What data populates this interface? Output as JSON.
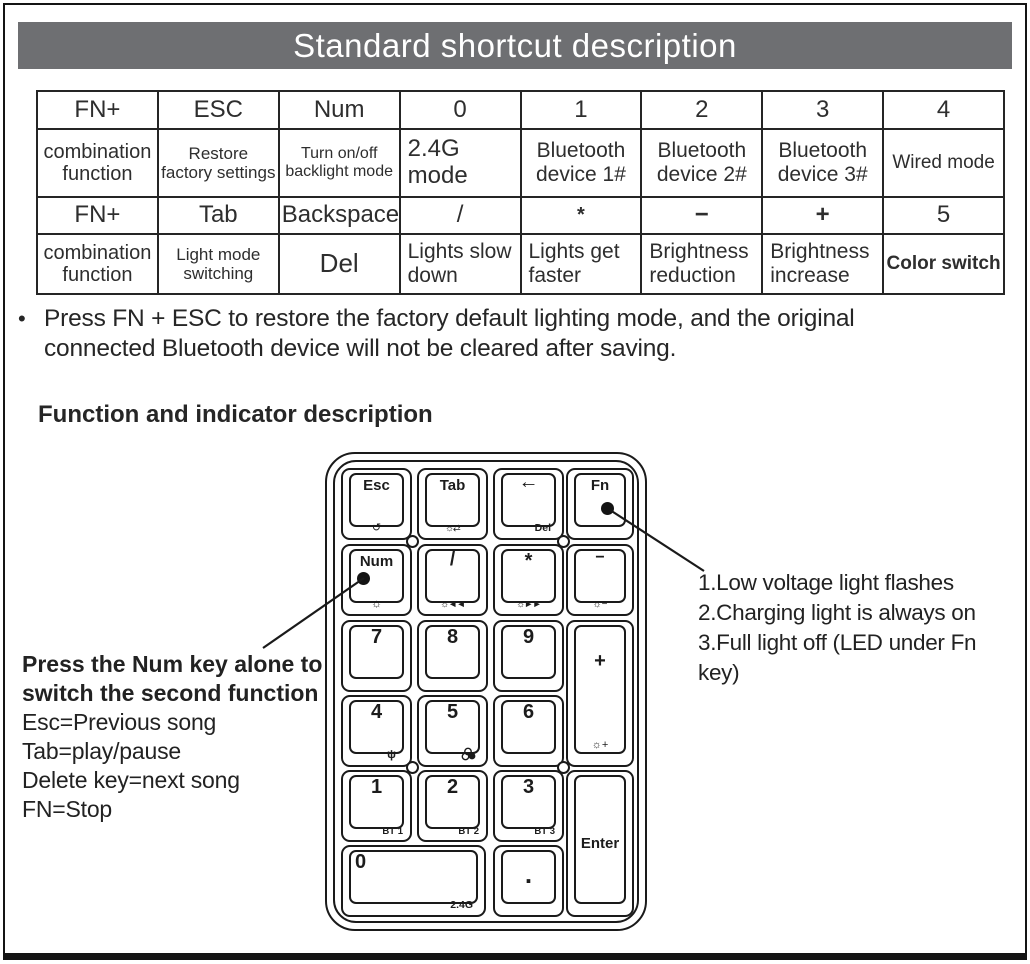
{
  "header": {
    "title": "Standard shortcut description"
  },
  "shortcut_table": {
    "rows": [
      [
        "FN+",
        "ESC",
        "Num",
        "0",
        "1",
        "2",
        "3",
        "4"
      ],
      [
        "combination function",
        "Restore factory settings",
        "Turn on/off backlight mode",
        "2.4G mode",
        "Bluetooth device 1#",
        "Bluetooth device 2#",
        "Bluetooth device 3#",
        "Wired mode"
      ],
      [
        "FN+",
        "Tab",
        "Backspace",
        "/",
        "*",
        "−",
        "+",
        "5"
      ],
      [
        "combination function",
        "Light mode switching",
        "Del",
        "Lights slow down",
        "Lights get faster",
        "Brightness reduction",
        "Brightness increase",
        "Color switch"
      ]
    ]
  },
  "bullet_note": {
    "bullet": "•",
    "text": "Press FN + ESC to restore the factory default lighting mode, and the original connected Bluetooth device will not be cleared after saving."
  },
  "section_heading": "Function and indicator description",
  "num_key_note": {
    "title_line1": "Press the Num key alone to",
    "title_line2": "switch the second function",
    "items": [
      "Esc=Previous song",
      "Tab=play/pause",
      "Delete key=next song",
      "FN=Stop"
    ]
  },
  "fn_led_note": {
    "items": [
      "1.Low voltage light flashes",
      "2.Charging light is always on",
      "3.Full light off (LED under Fn key)"
    ]
  },
  "keypad": {
    "keys": {
      "esc": {
        "main": "Esc",
        "sub": "↺"
      },
      "tab": {
        "main": "Tab",
        "sub": "☼⇄"
      },
      "backspace": {
        "main": "←",
        "sub": "Del"
      },
      "fn": {
        "main": "Fn"
      },
      "num": {
        "main": "Num",
        "sub": "☼"
      },
      "slash": {
        "main": "/",
        "sub": "☼◄◄"
      },
      "star": {
        "main": "*",
        "sub": "☼►►"
      },
      "minus": {
        "main": "−",
        "sub": "☼−"
      },
      "seven": {
        "main": "7"
      },
      "eight": {
        "main": "8"
      },
      "nine": {
        "main": "9"
      },
      "plus": {
        "main": "+",
        "sub": "☼+"
      },
      "four": {
        "main": "4",
        "sub": "ψ"
      },
      "five": {
        "main": "5"
      },
      "six": {
        "main": "6"
      },
      "one": {
        "main": "1",
        "sub": "BT 1"
      },
      "two": {
        "main": "2",
        "sub": "BT 2"
      },
      "three": {
        "main": "3",
        "sub": "BT 3"
      },
      "enter": {
        "main": "Enter"
      },
      "zero": {
        "main": "0",
        "sub": "2.4G"
      },
      "dot": {
        "main": "."
      }
    }
  }
}
